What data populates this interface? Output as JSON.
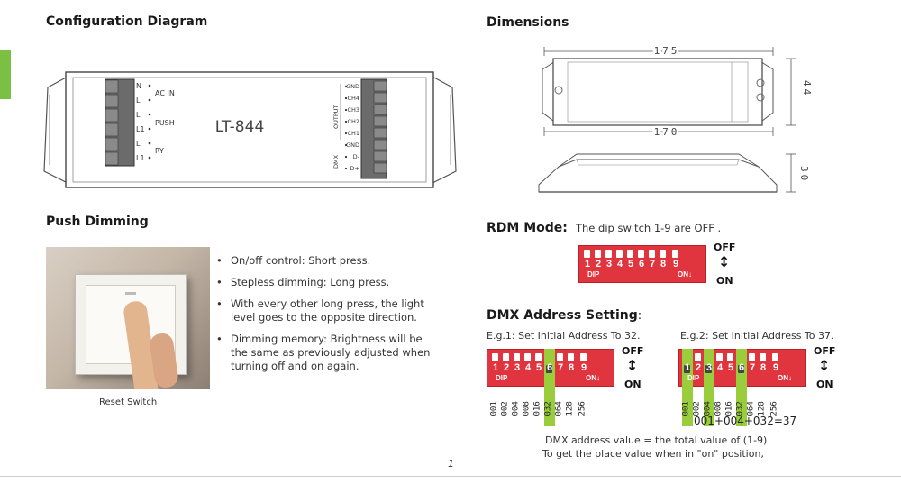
{
  "headings": {
    "config": "Configuration Diagram",
    "dimensions": "Dimensions",
    "push": "Push Dimming",
    "rdm_label": "RDM Mode:",
    "rdm_text": "The dip switch 1-9 are OFF .",
    "dmx": "DMX Address Setting",
    "dmx_colon": ":"
  },
  "device": {
    "model": "LT-844",
    "left_terms": [
      "N",
      "L",
      "L",
      "L1",
      "L",
      "L1"
    ],
    "left_groups": [
      "AC IN",
      "PUSH",
      "RY"
    ],
    "right_terms": [
      "GND",
      "CH4",
      "CH3",
      "CH2",
      "CH1",
      "GND",
      "D-",
      "D+"
    ],
    "output_label": "OUTPUT",
    "dmx_label": "DMX"
  },
  "dims": {
    "width_top": "175",
    "width_bottom": "170",
    "height": "44",
    "depth": "30"
  },
  "push": {
    "caption": "Reset Switch",
    "bullets": [
      "On/off control: Short press.",
      "Stepless dimming: Long press.",
      "With every other long press, the light level goes to the opposite direction.",
      "Dimming memory: Brightness will be the same as previously adjusted when turning off and on again."
    ]
  },
  "dip": {
    "numbers": [
      "1",
      "2",
      "3",
      "4",
      "5",
      "6",
      "7",
      "8",
      "9"
    ],
    "dip_label": "DIP",
    "on_label": "ON",
    "off": "OFF",
    "on": "ON",
    "values": [
      "001",
      "002",
      "004",
      "008",
      "016",
      "032",
      "064",
      "128",
      "256"
    ]
  },
  "examples": {
    "eg1": "E.g.1: Set Initial Address To 32.",
    "eg2": "E.g.2: Set Initial Address To 37.",
    "sum": "001+004+032=37",
    "note1": "DMX address value = the total value of (1-9)",
    "note2": "To get the place value when in \"on\" position,"
  },
  "page_number": "1",
  "colors": {
    "accent_bar": "#7ac043",
    "dip_red": "#e0353f",
    "dip_green": "#9acd3c"
  }
}
